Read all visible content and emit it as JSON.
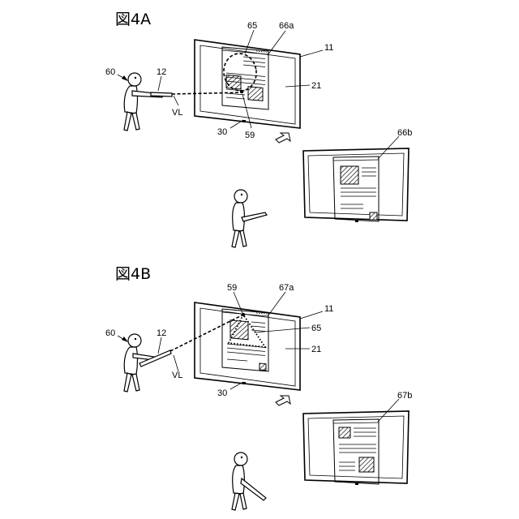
{
  "figures": [
    {
      "title": "図4A",
      "labels": {
        "user": "60",
        "pointer": "12",
        "virtual_line": "VL",
        "range": "65",
        "target": "66a",
        "display": "11",
        "screen": "21",
        "sensor": "30",
        "point": "59"
      },
      "result_label": "66b"
    },
    {
      "title": "図4B",
      "labels": {
        "user": "60",
        "pointer": "12",
        "virtual_line": "VL",
        "point": "59",
        "target": "67a",
        "display": "11",
        "range": "65",
        "screen": "21",
        "sensor": "30"
      },
      "result_label": "67b"
    }
  ]
}
